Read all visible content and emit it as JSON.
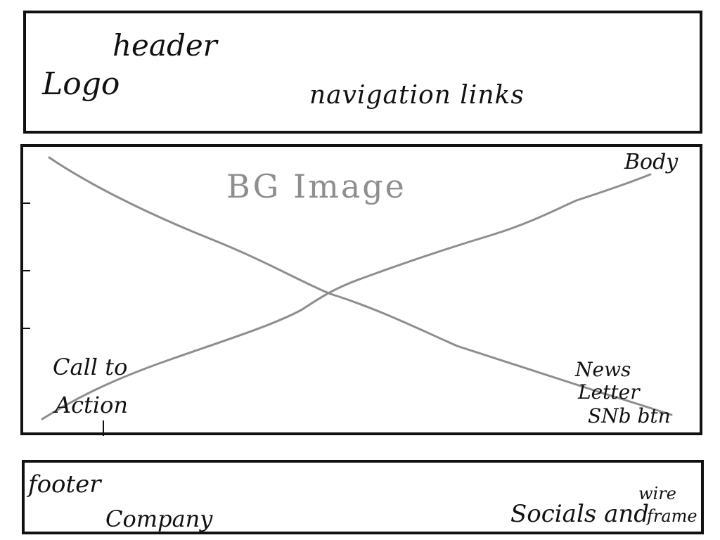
{
  "header": {
    "title": "header",
    "logo": "Logo",
    "nav": "navigation links"
  },
  "body": {
    "bg_image": "BG Image",
    "label": "Body",
    "cta": [
      "Call to",
      "Action"
    ],
    "newsletter": [
      "News",
      "Letter",
      "SNb btn"
    ]
  },
  "footer": {
    "label": "footer",
    "company": "Company",
    "socials": "Socials and",
    "wireframe": [
      "wire",
      "frame"
    ]
  },
  "colors": {
    "ink": "#111111",
    "placeholder_gray": "#8e8e8e",
    "paper": "#ffffff"
  }
}
